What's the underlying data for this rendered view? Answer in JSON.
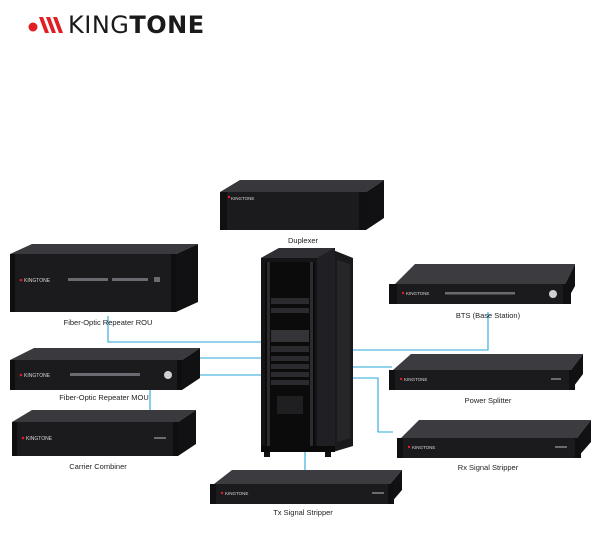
{
  "brand": {
    "logo_text_light": "KING",
    "logo_text_bold": "TONE",
    "accent_color": "#e01e24"
  },
  "device_brand": "KINGTONE",
  "devices": [
    {
      "id": "duplexer",
      "label": "Duplexer",
      "icon": "rack-unit-3u"
    },
    {
      "id": "rou",
      "label": "Fiber-Optic Repeater ROU",
      "icon": "rack-unit-3u"
    },
    {
      "id": "bts",
      "label": "BTS (Base Station)",
      "icon": "rack-unit-1u"
    },
    {
      "id": "mou",
      "label": "Fiber-Optic Repeater MOU",
      "icon": "rack-unit-2u"
    },
    {
      "id": "power_splitter",
      "label": "Power Splitter",
      "icon": "rack-unit-1u"
    },
    {
      "id": "carrier_combiner",
      "label": "Carrier Combiner",
      "icon": "rack-unit-2u"
    },
    {
      "id": "rx_stripper",
      "label": "Rx Signal Stripper",
      "icon": "rack-unit-1u"
    },
    {
      "id": "tx_stripper",
      "label": "Tx Signal Stripper",
      "icon": "rack-unit-1u"
    }
  ],
  "center": {
    "icon": "server-cabinet-icon"
  },
  "colors": {
    "wire": "#2aa7dc",
    "chassis": "#1c1c1e",
    "chassis_top": "#3a3a3e",
    "panel": "#0e0e10"
  }
}
